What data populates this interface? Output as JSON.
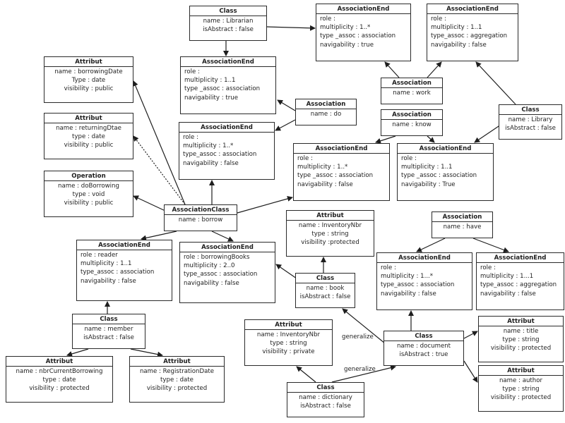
{
  "boxes": [
    {
      "id": "librarian",
      "title": "Class",
      "align": "center",
      "lines": [
        "name : Librarian",
        "isAbstract : false"
      ]
    },
    {
      "id": "ae_top1",
      "title": "AssociationEnd",
      "align": "left",
      "lines": [
        "role :",
        "multiplicity : 1..*",
        "type _assoc : association",
        "navigability : true"
      ]
    },
    {
      "id": "ae_top2",
      "title": "AssociationEnd",
      "align": "left",
      "lines": [
        "role :",
        "multiplicity : 1..1",
        "type_assoc : aggregation",
        "navigability : false"
      ]
    },
    {
      "id": "attr_borrowing",
      "title": "Attribut",
      "align": "center",
      "lines": [
        "name : borrowingDate",
        "Type : date",
        "visibility : public"
      ]
    },
    {
      "id": "ae_lib",
      "title": "AssociationEnd",
      "align": "left",
      "lines": [
        "role :",
        "multiplicity : 1..1",
        "type _assoc : association",
        "navigability : true"
      ]
    },
    {
      "id": "assoc_work",
      "title": "Association",
      "align": "center",
      "lines": [
        "name : work"
      ]
    },
    {
      "id": "attr_returning",
      "title": "Attribut",
      "align": "center",
      "lines": [
        "name : returningDtae",
        "type : date",
        "visibility : public"
      ]
    },
    {
      "id": "assoc_do",
      "title": "Association",
      "align": "center",
      "lines": [
        "name : do"
      ]
    },
    {
      "id": "assoc_know",
      "title": "Association",
      "align": "center",
      "lines": [
        "name : know"
      ]
    },
    {
      "id": "library",
      "title": "Class",
      "align": "center",
      "lines": [
        "name : Library",
        "isAbstract : false"
      ]
    },
    {
      "id": "ae_mid",
      "title": "AssociationEnd",
      "align": "left",
      "lines": [
        "role :",
        "multiplicity : 1..*",
        "type_assoc : association",
        "navigability : false"
      ]
    },
    {
      "id": "ae_know1",
      "title": "AssociationEnd",
      "align": "left",
      "lines": [
        "role :",
        "multiplicity : 1..*",
        "type _assoc : association",
        "navigability : false"
      ]
    },
    {
      "id": "ae_know2",
      "title": "AssociationEnd",
      "align": "left",
      "lines": [
        "role :",
        "multiplicity : 1..1",
        "type _assoc : association",
        "navigability : True"
      ]
    },
    {
      "id": "op_borrowing",
      "title": "Operation",
      "align": "center",
      "lines": [
        "name : doBorrowing",
        "type : void",
        "visibility : public"
      ]
    },
    {
      "id": "assoc_class",
      "title": "AssociationClass",
      "align": "center",
      "lines": [
        "name : borrow"
      ]
    },
    {
      "id": "attr_inv1",
      "title": "Attribut",
      "align": "center",
      "lines": [
        "name : InventoryNbr",
        "type : string",
        "visibility :protected"
      ]
    },
    {
      "id": "assoc_have",
      "title": "Association",
      "align": "center",
      "lines": [
        "name : have"
      ]
    },
    {
      "id": "ae_reader",
      "title": "AssociationEnd",
      "align": "left",
      "lines": [
        "role : reader",
        "multiplicity : 1..1",
        "type_assoc : association",
        "navigability : false"
      ]
    },
    {
      "id": "ae_books",
      "title": "AssociationEnd",
      "align": "left",
      "lines": [
        "role : borrowingBooks",
        "multiplicity : 2..0",
        "type_assoc : association",
        "navigability : false"
      ]
    },
    {
      "id": "ae_have1",
      "title": "AssociationEnd",
      "align": "left",
      "lines": [
        "role :",
        "multiplicity : 1...*",
        "type_assoc : association",
        "navigability : false"
      ]
    },
    {
      "id": "ae_have2",
      "title": "AssociationEnd",
      "align": "left",
      "lines": [
        "role :",
        "multiplicity : 1...1",
        "type_assoc : aggregation",
        "navigability : false"
      ]
    },
    {
      "id": "book",
      "title": "Class",
      "align": "center",
      "lines": [
        "name : book",
        "isAbstract : false"
      ]
    },
    {
      "id": "member",
      "title": "Class",
      "align": "center",
      "lines": [
        "name : member",
        "isAbstract : false"
      ]
    },
    {
      "id": "attr_inv2",
      "title": "Attribut",
      "align": "center",
      "lines": [
        "name : InventoryNbr",
        "type : string",
        "visibility : private"
      ]
    },
    {
      "id": "document",
      "title": "Class",
      "align": "center",
      "lines": [
        "name : document",
        "isAbstract : true"
      ]
    },
    {
      "id": "attr_title",
      "title": "Attribut",
      "align": "center",
      "lines": [
        "name : title",
        "type : string",
        "visibility : protected"
      ]
    },
    {
      "id": "attr_nbr",
      "title": "Attribut",
      "align": "center",
      "lines": [
        "name : nbrCurrentBorrowing",
        "type : date",
        "visibility : protected"
      ]
    },
    {
      "id": "attr_regdate",
      "title": "Attribut",
      "align": "center",
      "lines": [
        "name : RegistrationDate",
        "type : date",
        "visibility : protected"
      ]
    },
    {
      "id": "attr_author",
      "title": "Attribut",
      "align": "center",
      "lines": [
        "name : author",
        "type : string",
        "visibility : protected"
      ]
    },
    {
      "id": "dictionary",
      "title": "Class",
      "align": "center",
      "lines": [
        "name : dictionary",
        "isAbstract : false"
      ]
    }
  ],
  "edge_labels": {
    "generalize_book": "generalize",
    "generalize_dictionary": "generalize"
  },
  "colors": {
    "line": "#1e1e1e",
    "border": "#2a2a2a",
    "text": "#1e1e1e",
    "background": "#ffffff"
  }
}
